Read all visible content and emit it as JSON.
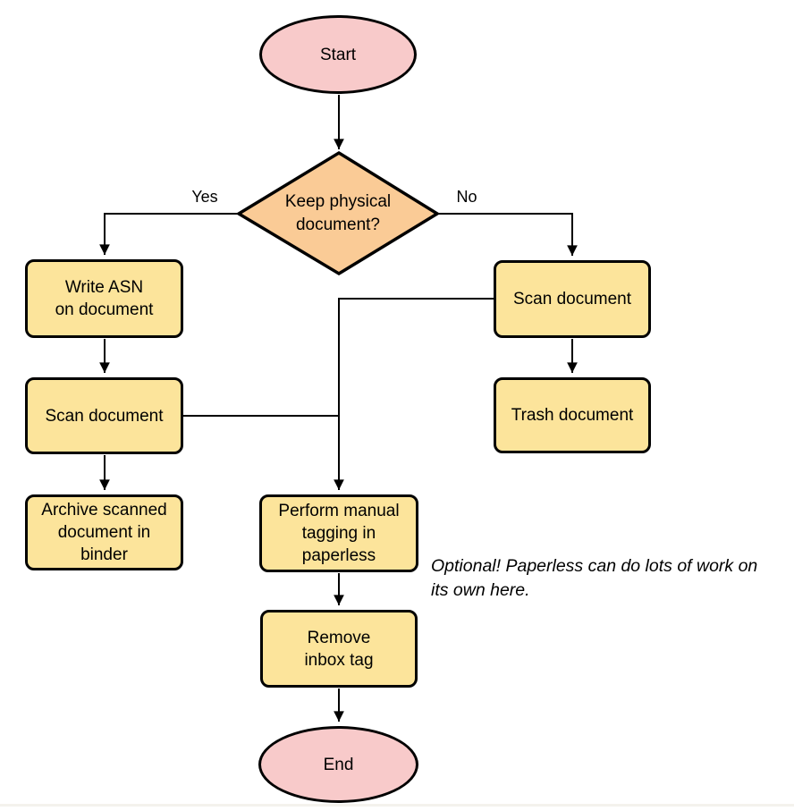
{
  "palette": {
    "terminal_fill": "#F8CACA",
    "decision_fill": "#FACB96",
    "process_fill": "#FCE49B",
    "stroke": "#000000"
  },
  "nodes": {
    "start": {
      "type": "terminal",
      "label": "Start"
    },
    "decision": {
      "type": "decision",
      "label": "Keep physical\ndocument?"
    },
    "write_asn": {
      "type": "process",
      "label": "Write ASN\non document"
    },
    "scan_left": {
      "type": "process",
      "label": "Scan document"
    },
    "archive": {
      "type": "process",
      "label": "Archive scanned\ndocument in\nbinder"
    },
    "scan_right": {
      "type": "process",
      "label": "Scan document"
    },
    "trash": {
      "type": "process",
      "label": "Trash document"
    },
    "perform_tagging": {
      "type": "process",
      "label": "Perform manual\ntagging in\npaperless"
    },
    "remove_inbox_tag": {
      "type": "process",
      "label": "Remove\ninbox tag"
    },
    "end": {
      "type": "terminal",
      "label": "End"
    }
  },
  "edge_labels": {
    "yes": "Yes",
    "no": "No"
  },
  "edges": [
    {
      "from": "start",
      "to": "decision",
      "label": ""
    },
    {
      "from": "decision",
      "to": "write_asn",
      "label": "Yes"
    },
    {
      "from": "decision",
      "to": "scan_right",
      "label": "No"
    },
    {
      "from": "write_asn",
      "to": "scan_left",
      "label": ""
    },
    {
      "from": "scan_left",
      "to": "archive",
      "label": ""
    },
    {
      "from": "scan_right",
      "to": "trash",
      "label": ""
    },
    {
      "from": "scan_right",
      "to": "perform_tagging",
      "label": ""
    },
    {
      "from": "scan_left",
      "to": "perform_tagging",
      "label": ""
    },
    {
      "from": "perform_tagging",
      "to": "remove_inbox_tag",
      "label": ""
    },
    {
      "from": "remove_inbox_tag",
      "to": "end",
      "label": ""
    }
  ],
  "annotation": {
    "text": "Optional! Paperless can do lots of work on\nits own here."
  }
}
